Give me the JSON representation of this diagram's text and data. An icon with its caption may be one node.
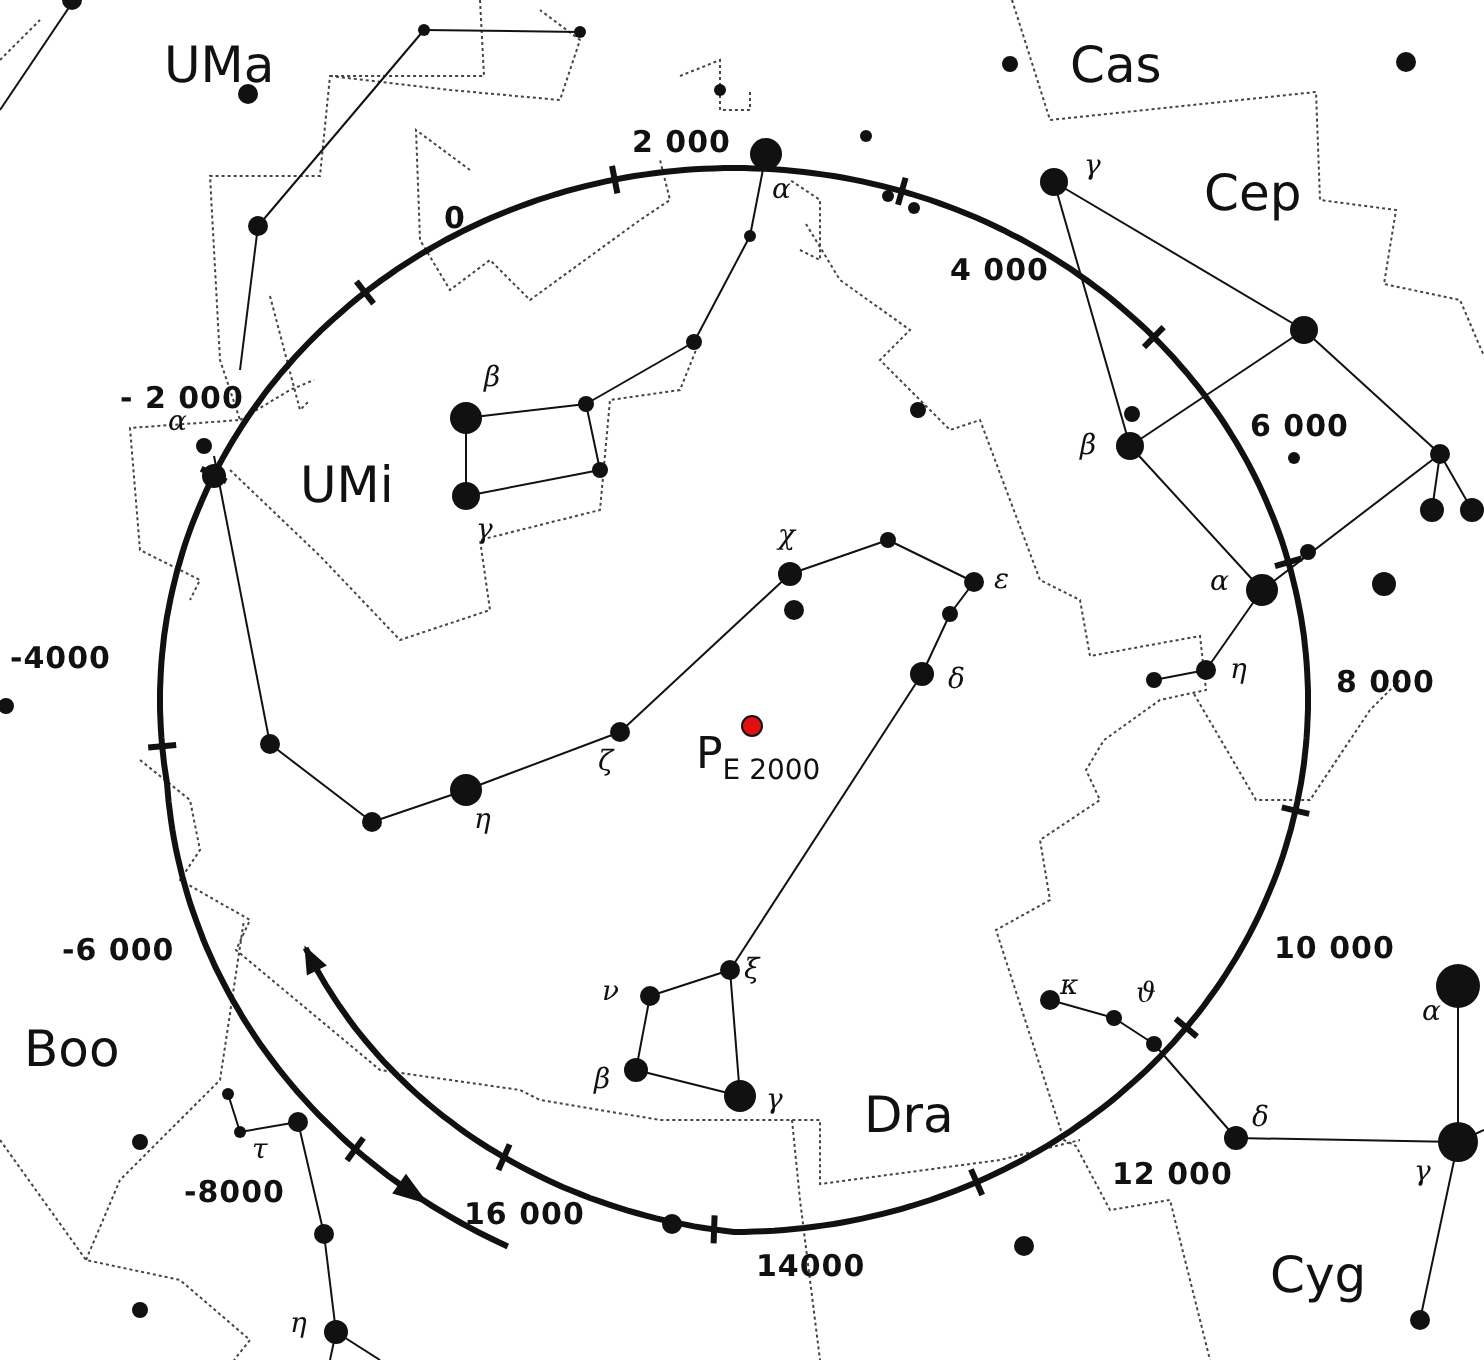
{
  "diagram": {
    "labels": [
      "UMa",
      "Cas",
      "2 000",
      "α",
      "γ",
      "Cep",
      "0",
      "4 000",
      "- 2 000",
      "β",
      "β",
      "6 000",
      "α",
      "UMi",
      "γ",
      "χ",
      "ε",
      "α",
      "-4000",
      "δ",
      "η",
      "8 000",
      "ζ",
      "η",
      "P$_{E 2000}$",
      "-6 000",
      "ξ",
      "10 000",
      "ν",
      "κ",
      "ϑ",
      "α",
      "Boo",
      "β",
      "γ",
      "Dra",
      "δ",
      "τ",
      "12 000",
      "γ",
      "-8000",
      "16 000",
      "14000",
      "Cyg",
      "η"
    ]
  }
}
